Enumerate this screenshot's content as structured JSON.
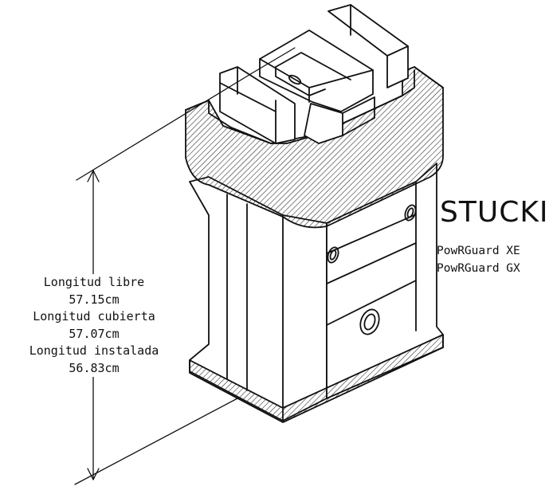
{
  "brand": {
    "name": "STUCKI"
  },
  "models": [
    "PowRGuard XE",
    "PowRGuard GX"
  ],
  "dimensions": [
    {
      "label": "Longitud libre",
      "value": "57.15cm"
    },
    {
      "label": "Longitud cubierta",
      "value": "57.07cm"
    },
    {
      "label": "Longitud instalada",
      "value": "56.83cm"
    }
  ]
}
